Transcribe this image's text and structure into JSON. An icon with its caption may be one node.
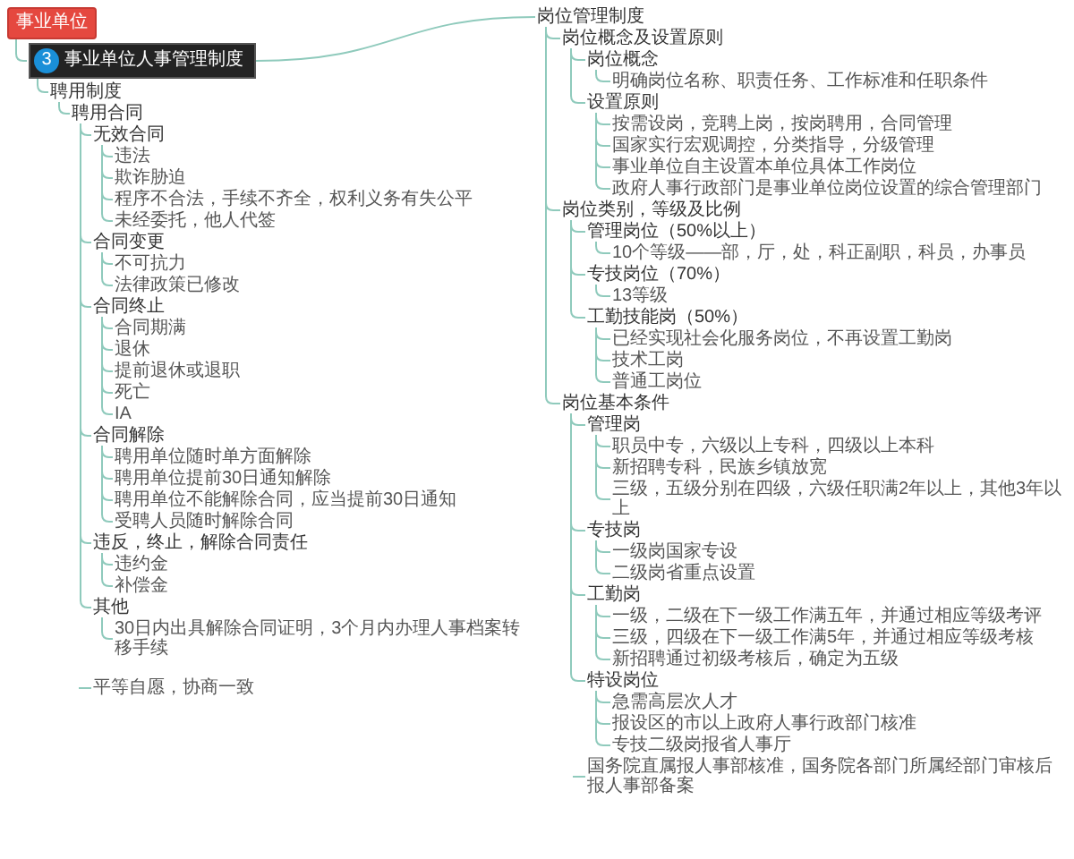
{
  "diagram": {
    "nodes": [
      {
        "text": [
          "事业单位"
        ]
      },
      {
        "text": [
          "3",
          "事业单位人事管理制度"
        ]
      },
      {
        "text": [
          "聘用制度"
        ]
      },
      {
        "text": [
          "聘用合同"
        ]
      },
      {
        "text": [
          "平等自愿，协商一致"
        ]
      },
      {
        "text": [
          "无效合同"
        ]
      },
      {
        "text": [
          "违法"
        ]
      },
      {
        "text": [
          "欺诈胁迫"
        ]
      },
      {
        "text": [
          "程序不合法，手续不齐全，权利义务有失公平"
        ]
      },
      {
        "text": [
          "未经委托，他人代签"
        ]
      },
      {
        "text": [
          "合同变更"
        ]
      },
      {
        "text": [
          "不可抗力"
        ]
      },
      {
        "text": [
          "法律政策已修改"
        ]
      },
      {
        "text": [
          "合同终止"
        ]
      },
      {
        "text": [
          "合同期满"
        ]
      },
      {
        "text": [
          "退休"
        ]
      },
      {
        "text": [
          "提前退休或退职"
        ]
      },
      {
        "text": [
          "死亡"
        ]
      },
      {
        "text": [
          "IA"
        ]
      },
      {
        "text": [
          "合同解除"
        ]
      },
      {
        "text": [
          "聘用单位随时单方面解除"
        ]
      },
      {
        "text": [
          "聘用单位提前30日通知解除"
        ]
      },
      {
        "text": [
          "聘用单位不能解除合同，应当提前30日通知"
        ]
      },
      {
        "text": [
          "受聘人员随时解除合同"
        ]
      },
      {
        "text": [
          "违反，终止，解除合同责任"
        ]
      },
      {
        "text": [
          "违约金"
        ]
      },
      {
        "text": [
          "补偿金"
        ]
      },
      {
        "text": [
          "其他"
        ]
      },
      {
        "text": [
          "30日内出具解除合同证明，3个月内办理人事档案转移手续"
        ]
      },
      {
        "text": [
          "岗位管理制度"
        ]
      },
      {
        "text": [
          "岗位概念及设置原则"
        ]
      },
      {
        "text": [
          "岗位概念"
        ]
      },
      {
        "text": [
          "明确岗位名称、职责任务、工作标准和任职条件"
        ]
      },
      {
        "text": [
          "设置原则"
        ]
      },
      {
        "text": [
          "按需设岗，竞聘上岗，按岗聘用，合同管理"
        ]
      },
      {
        "text": [
          "国家实行宏观调控，分类指导，分级管理"
        ]
      },
      {
        "text": [
          "事业单位自主设置本单位具体工作岗位"
        ]
      },
      {
        "text": [
          "政府人事行政部门是事业单位岗位设置的综合管理部门"
        ]
      },
      {
        "text": [
          "岗位类别，等级及比例"
        ]
      },
      {
        "text": [
          "管理岗位（50%以上）"
        ]
      },
      {
        "text": [
          "10个等级——部，厅，处，科正副职，科员，办事员"
        ]
      },
      {
        "text": [
          "专技岗位（70%）"
        ]
      },
      {
        "text": [
          "13等级"
        ]
      },
      {
        "text": [
          "工勤技能岗（50%）"
        ]
      },
      {
        "text": [
          "已经实现社会化服务岗位，不再设置工勤岗"
        ]
      },
      {
        "text": [
          "技术工岗"
        ]
      },
      {
        "text": [
          "普通工岗位"
        ]
      },
      {
        "text": [
          "岗位基本条件"
        ]
      },
      {
        "text": [
          "管理岗"
        ]
      },
      {
        "text": [
          "职员中专，六级以上专科，四级以上本科"
        ]
      },
      {
        "text": [
          "新招聘专科，民族乡镇放宽"
        ]
      },
      {
        "text": [
          "三级，五级分别在四级，六级任职满2年以上，其他3年以上"
        ]
      },
      {
        "text": [
          "专技岗"
        ]
      },
      {
        "text": [
          "一级岗国家专设"
        ]
      },
      {
        "text": [
          "二级岗省重点设置"
        ]
      },
      {
        "text": [
          "工勤岗"
        ]
      },
      {
        "text": [
          "一级，二级在下一级工作满五年，并通过相应等级考评"
        ]
      },
      {
        "text": [
          "三级，四级在下一级工作满5年，并通过相应等级考核"
        ]
      },
      {
        "text": [
          "新招聘通过初级考核后，确定为五级"
        ]
      },
      {
        "text": [
          "特设岗位"
        ]
      },
      {
        "text": [
          "急需高层次人才"
        ]
      },
      {
        "text": [
          "报设区的市以上政府人事行政部门核准"
        ]
      },
      {
        "text": [
          "专技二级岗报省人事厅"
        ]
      },
      {
        "text": [
          "国务院直属报人事部核准，国务院各部门所属经部门审核后报人事部备案"
        ]
      }
    ],
    "edges": [
      {
        "from": 0,
        "to": 1,
        "arrow": "none"
      },
      {
        "from": 1,
        "to": 2,
        "arrow": "none"
      },
      {
        "from": 1,
        "to": 29,
        "arrow": "none"
      },
      {
        "from": 2,
        "to": 3,
        "arrow": "none"
      },
      {
        "from": null,
        "to": 4,
        "arrow": "none"
      },
      {
        "from": 3,
        "to": 5,
        "arrow": "none"
      },
      {
        "from": 5,
        "to": 6,
        "arrow": "none"
      },
      {
        "from": 5,
        "to": 7,
        "arrow": "none"
      },
      {
        "from": 5,
        "to": 8,
        "arrow": "none"
      },
      {
        "from": 5,
        "to": 9,
        "arrow": "none"
      },
      {
        "from": 3,
        "to": 10,
        "arrow": "none"
      },
      {
        "from": 10,
        "to": 11,
        "arrow": "none"
      },
      {
        "from": 10,
        "to": 12,
        "arrow": "none"
      },
      {
        "from": 3,
        "to": 13,
        "arrow": "none"
      },
      {
        "from": 13,
        "to": 14,
        "arrow": "none"
      },
      {
        "from": 13,
        "to": 15,
        "arrow": "none"
      },
      {
        "from": 13,
        "to": 16,
        "arrow": "none"
      },
      {
        "from": 13,
        "to": 17,
        "arrow": "none"
      },
      {
        "from": 13,
        "to": 18,
        "arrow": "none"
      },
      {
        "from": 3,
        "to": 19,
        "arrow": "none"
      },
      {
        "from": 19,
        "to": 20,
        "arrow": "none"
      },
      {
        "from": 19,
        "to": 21,
        "arrow": "none"
      },
      {
        "from": 19,
        "to": 22,
        "arrow": "none"
      },
      {
        "from": 19,
        "to": 23,
        "arrow": "none"
      },
      {
        "from": 3,
        "to": 24,
        "arrow": "none"
      },
      {
        "from": 24,
        "to": 25,
        "arrow": "none"
      },
      {
        "from": 24,
        "to": 26,
        "arrow": "none"
      },
      {
        "from": 3,
        "to": 27,
        "arrow": "none"
      },
      {
        "from": 27,
        "to": 28,
        "arrow": "none"
      },
      {
        "from": 29,
        "to": 30,
        "arrow": "none"
      },
      {
        "from": 30,
        "to": 31,
        "arrow": "none"
      },
      {
        "from": 31,
        "to": 32,
        "arrow": "none"
      },
      {
        "from": 30,
        "to": 33,
        "arrow": "none"
      },
      {
        "from": 33,
        "to": 34,
        "arrow": "none"
      },
      {
        "from": 33,
        "to": 35,
        "arrow": "none"
      },
      {
        "from": 33,
        "to": 36,
        "arrow": "none"
      },
      {
        "from": 33,
        "to": 37,
        "arrow": "none"
      },
      {
        "from": 29,
        "to": 38,
        "arrow": "none"
      },
      {
        "from": 38,
        "to": 39,
        "arrow": "none"
      },
      {
        "from": 39,
        "to": 40,
        "arrow": "none"
      },
      {
        "from": 38,
        "to": 41,
        "arrow": "none"
      },
      {
        "from": 41,
        "to": 42,
        "arrow": "none"
      },
      {
        "from": 38,
        "to": 43,
        "arrow": "none"
      },
      {
        "from": 43,
        "to": 44,
        "arrow": "none"
      },
      {
        "from": 43,
        "to": 45,
        "arrow": "none"
      },
      {
        "from": 43,
        "to": 46,
        "arrow": "none"
      },
      {
        "from": 29,
        "to": 47,
        "arrow": "none"
      },
      {
        "from": 47,
        "to": 48,
        "arrow": "none"
      },
      {
        "from": 48,
        "to": 49,
        "arrow": "none"
      },
      {
        "from": 48,
        "to": 50,
        "arrow": "none"
      },
      {
        "from": 48,
        "to": 51,
        "arrow": "none"
      },
      {
        "from": 47,
        "to": 52,
        "arrow": "none"
      },
      {
        "from": 52,
        "to": 53,
        "arrow": "none"
      },
      {
        "from": 52,
        "to": 54,
        "arrow": "none"
      },
      {
        "from": 47,
        "to": 55,
        "arrow": "none"
      },
      {
        "from": 55,
        "to": 56,
        "arrow": "none"
      },
      {
        "from": 55,
        "to": 57,
        "arrow": "none"
      },
      {
        "from": 55,
        "to": 58,
        "arrow": "none"
      },
      {
        "from": 47,
        "to": 59,
        "arrow": "none"
      },
      {
        "from": 59,
        "to": 60,
        "arrow": "none"
      },
      {
        "from": 59,
        "to": 61,
        "arrow": "none"
      },
      {
        "from": 59,
        "to": 62,
        "arrow": "none"
      },
      {
        "from": null,
        "to": 63,
        "arrow": "none"
      }
    ]
  }
}
